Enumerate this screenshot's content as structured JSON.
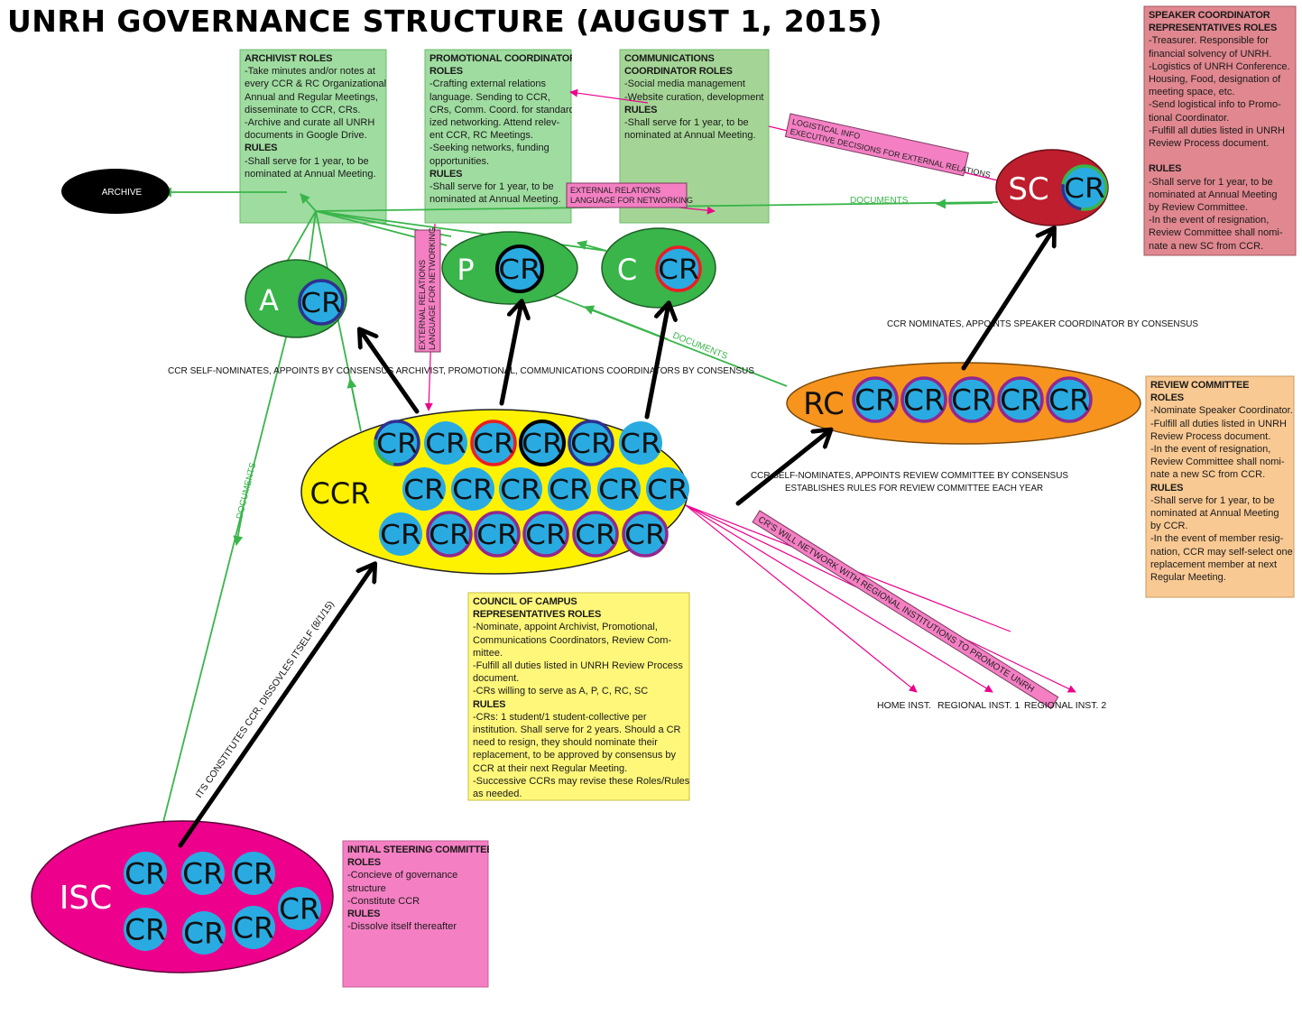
{
  "title": "UNRH GOVERNANCE STRUCTURE (AUGUST 1, 2015)",
  "colors": {
    "green_box": "#9fdca0",
    "green_box_dark": "#a5d596",
    "green_node": "#39b54a",
    "cr_blue": "#29abe2",
    "yellow": "#fff200",
    "orange": "#f7941d",
    "red": "#be1e2d",
    "magenta": "#ec008c",
    "pink_box": "#f49ac1",
    "rose_box": "#e0878f",
    "peach_box": "#f9c993",
    "pink_arrow": "#ec008c"
  },
  "nodes": {
    "archive": "ARCHIVE",
    "a": "A",
    "p": "P",
    "c": "C",
    "sc": "SC",
    "rc": "RC",
    "ccr": "CCR",
    "isc": "ISC",
    "cr": "CR"
  },
  "boxes": {
    "archivist": {
      "heading": [
        "ARCHIVIST ROLES"
      ],
      "lines": [
        "-Take minutes and/or notes at",
        "every CCR & RC Organizational,",
        "Annual and Regular Meetings,",
        "disseminate to CCR, CRs.",
        "-Archive and curate all UNRH",
        "documents in Google Drive."
      ],
      "rules_heading": "RULES",
      "rules": [
        "-Shall serve for 1 year, to be",
        "nominated at Annual Meeting."
      ]
    },
    "promotional": {
      "heading": [
        "PROMOTIONAL COORDINATOR",
        "ROLES"
      ],
      "lines": [
        "-Crafting external relations",
        "language. Sending to CCR,",
        "CRs, Comm. Coord. for standard-",
        "ized networking. Attend relev-",
        "ent CCR, RC Meetings.",
        "-Seeking networks, funding",
        "opportunities."
      ],
      "rules_heading": "RULES",
      "rules": [
        "-Shall serve for 1 year, to be",
        "nominated at Annual Meeting."
      ]
    },
    "communications": {
      "heading": [
        "COMMUNICATIONS",
        "COORDINATOR ROLES"
      ],
      "lines": [
        "-Social media management",
        "-Website curation, development"
      ],
      "rules_heading": "RULES",
      "rules": [
        "-Shall serve for 1 year, to be",
        "nominated at Annual Meeting."
      ]
    },
    "speaker": {
      "heading": [
        "SPEAKER COORDINATOR",
        "REPRESENTATIVES ROLES"
      ],
      "lines": [
        "-Treasurer. Responsible for",
        "financial solvency of UNRH.",
        "-Logistics of UNRH Conference.",
        "Housing, Food, designation of",
        "meeting space, etc.",
        "-Send logistical info to Promo-",
        "tional Coordinator.",
        "-Fulfill all duties listed in UNRH",
        "Review Process document.",
        ""
      ],
      "rules_heading": "RULES",
      "rules": [
        "-Shall serve for 1 year, to be",
        "nominated at Annual Meeting",
        "by Review Committee.",
        "-In the event of resignation,",
        "Review Committee shall nomi-",
        "nate a new SC from CCR."
      ]
    },
    "review": {
      "heading": [
        "REVIEW COMMITTEE",
        "ROLES"
      ],
      "lines": [
        "-Nominate Speaker Coordinator.",
        "-Fulfill all duties listed in UNRH",
        "Review Process document.",
        "-In the event of resignation,",
        "Review Committee shall nomi-",
        "nate a new SC from CCR."
      ],
      "rules_heading": "RULES",
      "rules": [
        "-Shall serve for 1 year, to be",
        "nominated at Annual Meeting",
        "by CCR.",
        "-In the event of member resig-",
        "nation, CCR may self-select one",
        "replacement member at next",
        "Regular Meeting."
      ]
    },
    "council": {
      "heading": [
        "COUNCIL OF CAMPUS",
        "REPRESENTATIVES ROLES"
      ],
      "lines": [
        "-Nominate, appoint Archivist, Promotional,",
        "Communications Coordinators, Review Com-",
        "mittee.",
        "-Fulfill all duties listed in UNRH Review Process",
        "document.",
        "-CRs willing to serve as A, P, C, RC, SC"
      ],
      "rules_heading": "RULES",
      "rules": [
        "-CRs: 1 student/1 student-collective per",
        "institution. Shall serve for 2 years. Should a CR",
        "need to resign, they should nominate their",
        "replacement, to be approved by consensus by",
        "CCR at their next Regular Meeting.",
        "-Successive CCRs may revise these Roles/Rules",
        "as needed."
      ]
    },
    "initial": {
      "heading": [
        "INITIAL STEERING COMMITTEE",
        "ROLES"
      ],
      "lines": [
        "-Concieve of governance",
        "structure",
        "-Constitute CCR"
      ],
      "rules_heading": "RULES",
      "rules": [
        "-Dissolve itself thereafter"
      ]
    }
  },
  "labels": {
    "logistical_1": "LOGISTICAL INFO",
    "logistical_2": "EXECUTIVE DECISIONS FOR EXTERNAL RELATIONS",
    "ext_rel_1": "EXTERNAL RELATIONS",
    "ext_rel_2": "LANGUAGE FOR NETWORKING",
    "documents": "DOCUMENTS",
    "ccr_self_nominates_coords": "CCR SELF-NOMINATES, APPOINTS BY CONSENSUS ARCHIVIST, PROMOTIONAL, COMMUNICATIONS COORDINATORS BY CONSENSUS",
    "ccr_nominates_sc": "CCR NOMINATES, APPOINTS SPEAKER COORDINATOR BY CONSENSUS",
    "ccr_self_nominates_rc_1": "CCR SELF-NOMINATES, APPOINTS REVIEW COMMITTEE BY CONSENSUS",
    "ccr_self_nominates_rc_2": "ESTABLISHES RULES FOR REVIEW COMMITTEE EACH YEAR",
    "cr_network": "CR'S WILL NETWORK WITH REGIONAL INSTITUTIONS TO PROMOTE UNRH",
    "isc_constitutes": "ITS CONSTITUTES CCR, DISSOVLES ITSELF (8/1/15)",
    "home_inst": "HOME INST.",
    "regional_1": "REGIONAL INST. 1",
    "regional_2": "REGIONAL INST. 2"
  }
}
